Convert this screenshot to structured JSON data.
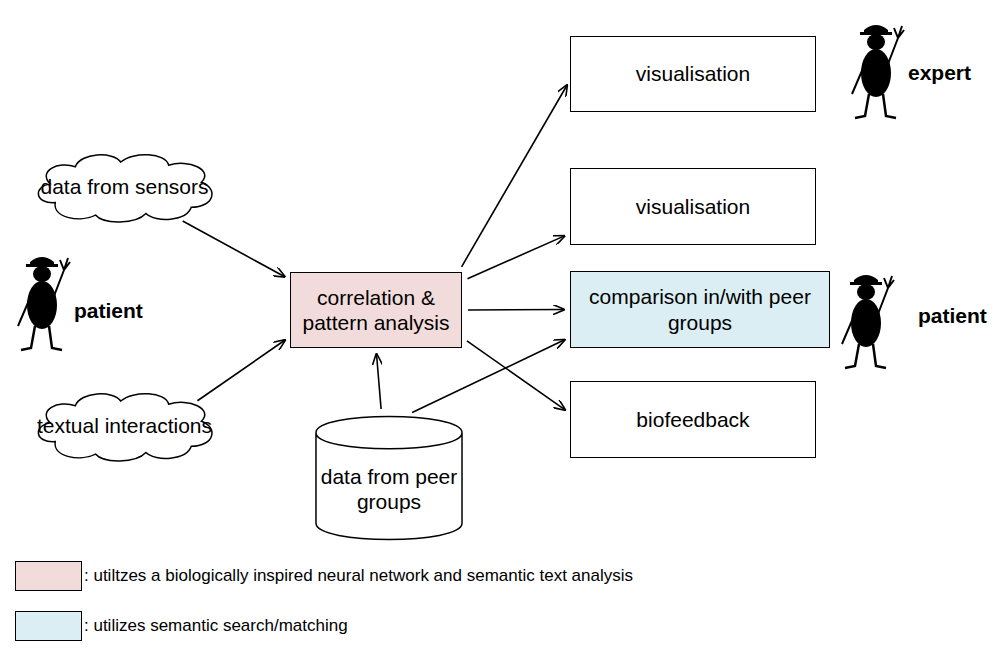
{
  "diagram": {
    "nodes": [
      {
        "text": [
          "data from sensors"
        ]
      },
      {
        "text": [
          "textual interactions"
        ]
      },
      {
        "text": [
          "correlation & pattern analysis"
        ]
      },
      {
        "text": [
          "data from peer groups"
        ]
      },
      {
        "text": [
          "visualisation"
        ]
      },
      {
        "text": [
          "visualisation"
        ]
      },
      {
        "text": [
          "comparison in/with peer groups"
        ]
      },
      {
        "text": [
          "biofeedback"
        ]
      }
    ],
    "edges": [
      {
        "from": 0,
        "to": 2,
        "arrow": "to"
      },
      {
        "from": 1,
        "to": 2,
        "arrow": "to"
      },
      {
        "from": 3,
        "to": 2,
        "arrow": "to"
      },
      {
        "from": 2,
        "to": 4,
        "arrow": "to"
      },
      {
        "from": 2,
        "to": 5,
        "arrow": "to"
      },
      {
        "from": 2,
        "to": 6,
        "arrow": "to"
      },
      {
        "from": 2,
        "to": 7,
        "arrow": "to"
      },
      {
        "from": 3,
        "to": 6,
        "arrow": "to"
      }
    ],
    "labels": [
      "patient",
      "expert",
      "patient"
    ],
    "legend": [
      {
        "text": ": utiltzes a biologically inspired neural network and semantic text analysis",
        "color": "#f2dcdb"
      },
      {
        "text": ": utilizes semantic search/matching",
        "color": "#dbeef4"
      }
    ]
  }
}
